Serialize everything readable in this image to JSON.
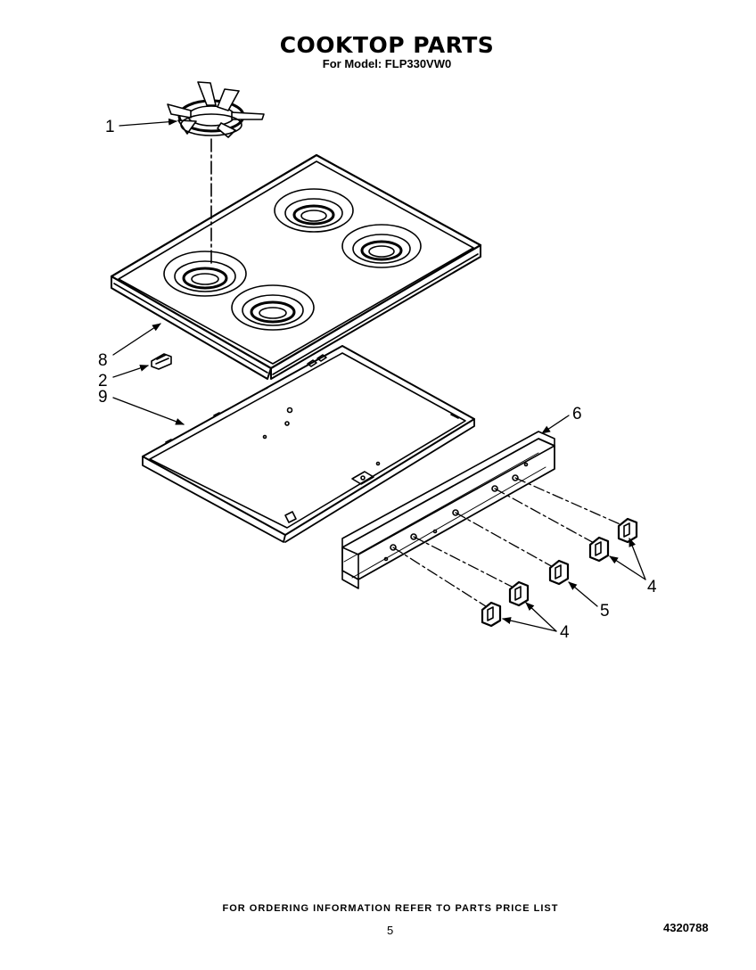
{
  "header": {
    "title": "COOKTOP PARTS",
    "subtitle": "For Model: FLP330VW0"
  },
  "callouts": {
    "c1": "1",
    "c2": "2",
    "c4a": "4",
    "c4b": "4",
    "c5": "5",
    "c6": "6",
    "c8": "8",
    "c9": "9"
  },
  "footer": {
    "ordering_note": "FOR ORDERING INFORMATION REFER TO PARTS PRICE LIST",
    "page_number": "5",
    "document_number": "4320788"
  }
}
